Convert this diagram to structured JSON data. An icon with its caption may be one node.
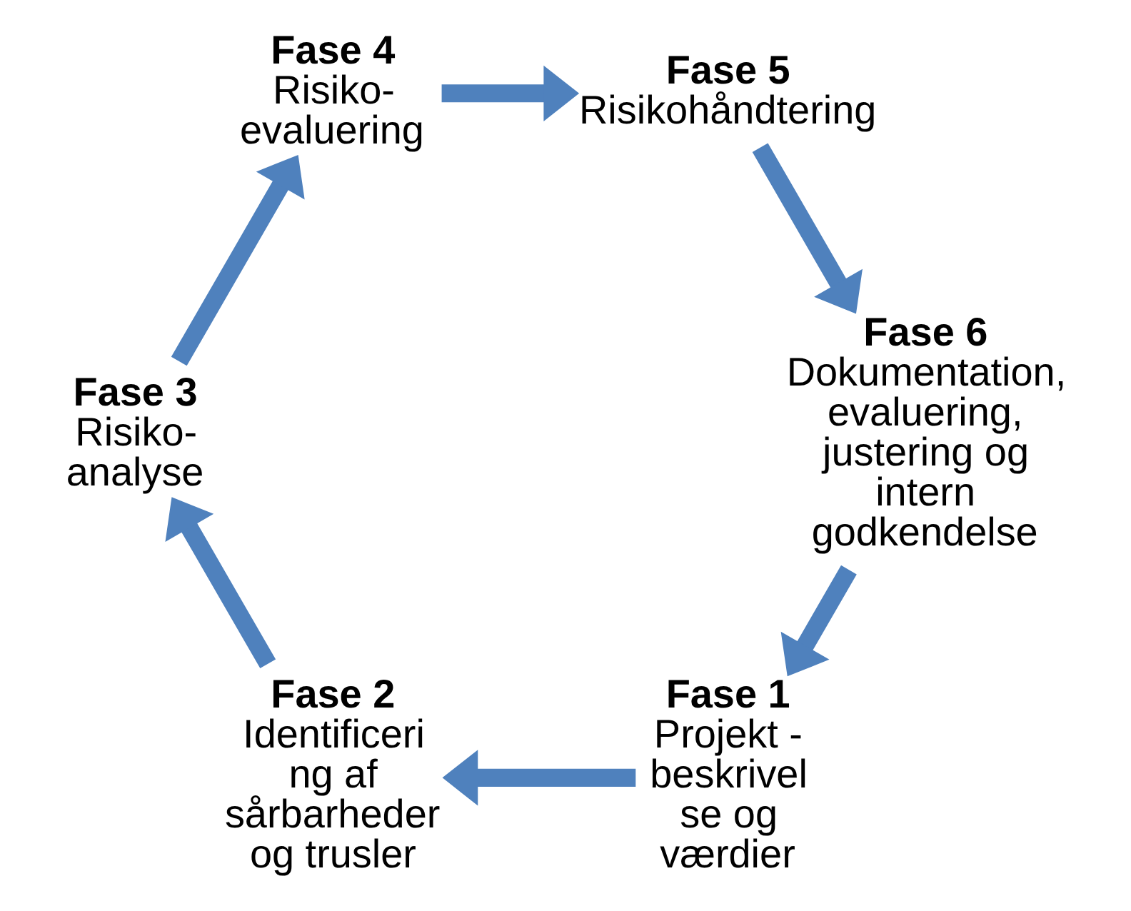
{
  "diagram": {
    "nodes": [
      {
        "text": [
          "Fase 1",
          "Projekt - beskrivel se og værdier"
        ]
      },
      {
        "text": [
          "Fase 2",
          "Identificering af sårbarheder og trusler"
        ]
      },
      {
        "text": [
          "Fase 3",
          "Risiko- analyse"
        ]
      },
      {
        "text": [
          "Fase 4",
          "Risiko- evaluering"
        ]
      },
      {
        "text": [
          "Fase 5",
          "Risikohåndtering"
        ]
      },
      {
        "text": [
          "Fase 6",
          "Dokumentation, evaluering, justering og intern godkendelse"
        ]
      }
    ],
    "edges": [
      {
        "from": 0,
        "to": 1,
        "arrow": "to"
      },
      {
        "from": 1,
        "to": 2,
        "arrow": "to"
      },
      {
        "from": 2,
        "to": 3,
        "arrow": "to"
      },
      {
        "from": 3,
        "to": 4,
        "arrow": "to"
      },
      {
        "from": 4,
        "to": 5,
        "arrow": "to"
      },
      {
        "from": 5,
        "to": 0,
        "arrow": "to"
      }
    ]
  }
}
